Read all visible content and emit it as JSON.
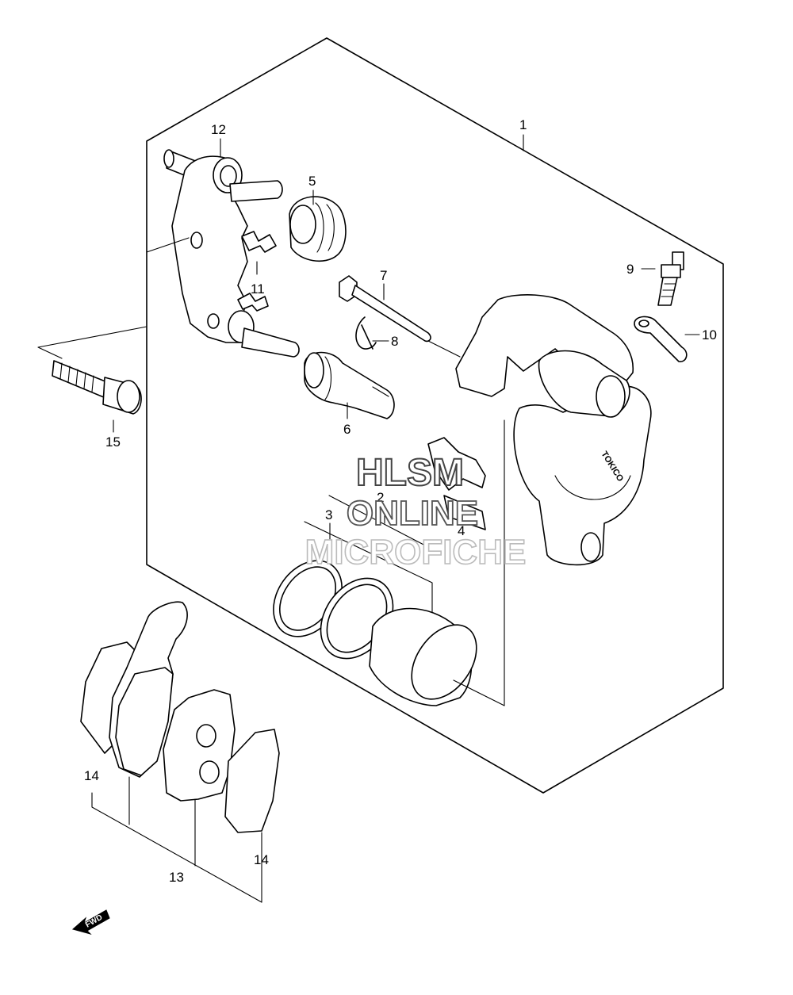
{
  "labels": {
    "callout_1": "1",
    "callout_2": "2",
    "callout_3": "3",
    "callout_4": "4",
    "callout_5": "5",
    "callout_6": "6",
    "callout_7": "7",
    "callout_8": "8",
    "callout_9": "9",
    "callout_10": "10",
    "callout_11": "11",
    "callout_12": "12",
    "callout_13": "13",
    "callout_14_left": "14",
    "callout_14_right": "14",
    "callout_15": "15"
  },
  "caliper_brand": "TOKICO",
  "direction_arrow": "FWD",
  "watermark": {
    "line1": "HLSM",
    "line2": "ONLINE",
    "line3": "MICROFICHE"
  },
  "colors": {
    "line": "#000000",
    "background": "#ffffff"
  }
}
